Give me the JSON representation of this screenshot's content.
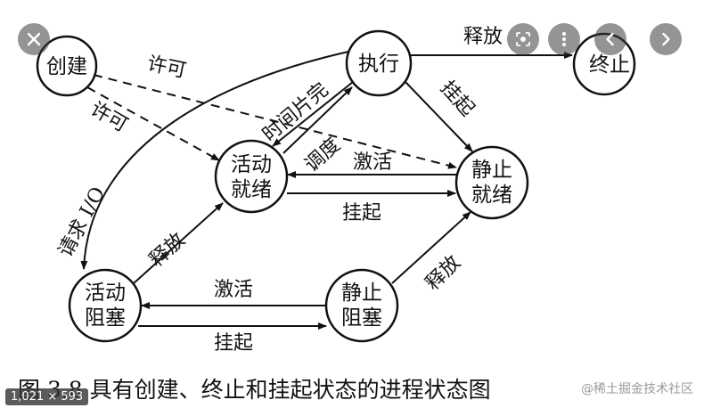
{
  "viewer": {
    "dims_badge": "1,021 × 593",
    "watermark": "@稀土掘金技术社区",
    "icons": {
      "close": "close-icon",
      "lens": "lens-icon",
      "more": "more-vert-icon",
      "prev": "chevron-left-icon",
      "next": "chevron-right-icon"
    }
  },
  "diagram": {
    "nodes": {
      "create": "创建",
      "execute": "执行",
      "terminate": "终止",
      "active_ready_l1": "活动",
      "active_ready_l2": "就绪",
      "static_ready_l1": "静止",
      "static_ready_l2": "就绪",
      "active_blocked_l1": "活动",
      "active_blocked_l2": "阻塞",
      "static_blocked_l1": "静止",
      "static_blocked_l2": "阻塞"
    },
    "edges": {
      "permit_top": "许可",
      "permit_left": "许可",
      "release_top": "释放",
      "suspend_exec": "挂起",
      "time_slice": "时间片完",
      "dispatch": "调度",
      "activate_mid": "激活",
      "suspend_mid": "挂起",
      "request_io": "请求 I/O",
      "release_left": "释放",
      "activate_bottom": "激活",
      "suspend_bottom": "挂起",
      "release_right": "释放"
    },
    "caption": "图 3.8    具有创建、终止和挂起状态的进程状态图"
  }
}
